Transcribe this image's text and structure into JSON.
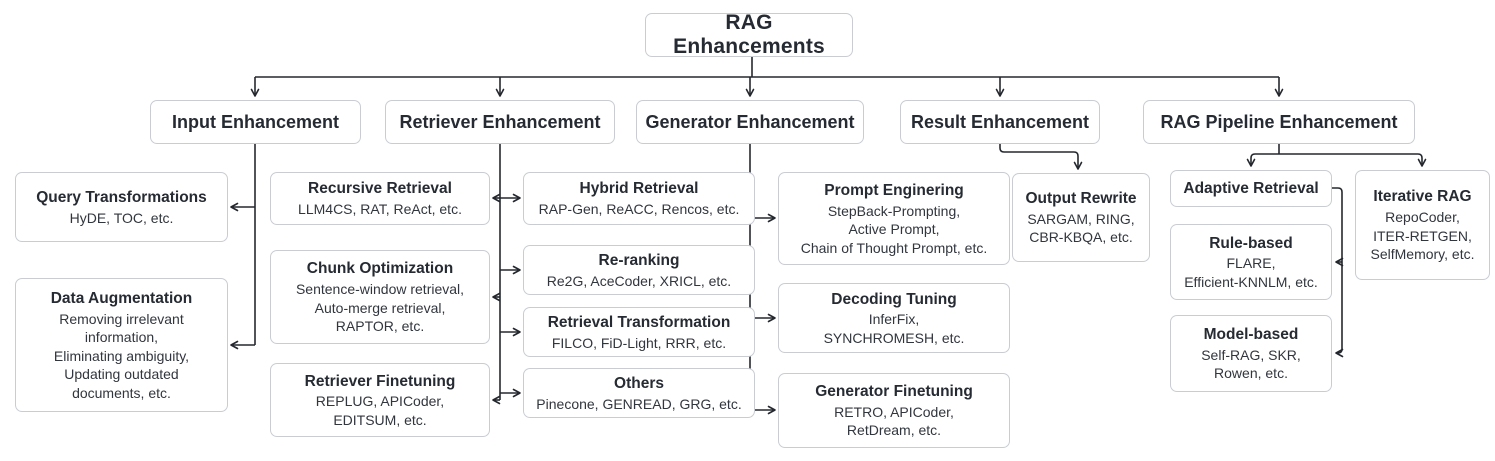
{
  "colors": {
    "line": "#24282e",
    "box_border": "#c9cdd3",
    "text": "#262b33",
    "background": "#ffffff"
  },
  "nodes": {
    "root": {
      "title": "RAG Enhancements"
    },
    "input": {
      "title": "Input Enhancement"
    },
    "retriever": {
      "title": "Retriever Enhancement"
    },
    "generator": {
      "title": "Generator Enhancement"
    },
    "result": {
      "title": "Result Enhancement"
    },
    "pipeline": {
      "title": "RAG Pipeline Enhancement"
    },
    "query_transformations": {
      "title": "Query Transformations",
      "detail": "HyDE, TOC, etc."
    },
    "data_augmentation": {
      "title": "Data Augmentation",
      "detail": "Removing irrelevant\ninformation,\nEliminating ambiguity,\nUpdating outdated\ndocuments, etc."
    },
    "recursive_retrieval": {
      "title": "Recursive Retrieval",
      "detail": "LLM4CS, RAT, ReAct, etc."
    },
    "chunk_optimization": {
      "title": "Chunk Optimization",
      "detail": "Sentence-window retrieval,\nAuto-merge retrieval,\nRAPTOR, etc."
    },
    "retriever_finetuning": {
      "title": "Retriever Finetuning",
      "detail": "REPLUG, APICoder,\nEDITSUM, etc."
    },
    "hybrid_retrieval": {
      "title": "Hybrid Retrieval",
      "detail": "RAP-Gen, ReACC, Rencos, etc."
    },
    "re_ranking": {
      "title": "Re-ranking",
      "detail": "Re2G, AceCoder, XRICL, etc."
    },
    "retrieval_transformation": {
      "title": "Retrieval Transformation",
      "detail": "FILCO, FiD-Light, RRR, etc."
    },
    "others": {
      "title": "Others",
      "detail": "Pinecone, GENREAD, GRG, etc."
    },
    "prompt_engineering": {
      "title": "Prompt Enginering",
      "detail": "StepBack-Prompting,\nActive Prompt,\nChain of Thought Prompt, etc."
    },
    "decoding_tuning": {
      "title": "Decoding Tuning",
      "detail": "InferFix,\nSYNCHROMESH, etc."
    },
    "generator_finetuning": {
      "title": "Generator Finetuning",
      "detail": "RETRO, APICoder,\nRetDream, etc."
    },
    "output_rewrite": {
      "title": "Output Rewrite",
      "detail": "SARGAM, RING,\nCBR-KBQA, etc."
    },
    "adaptive_retrieval": {
      "title": "Adaptive Retrieval"
    },
    "iterative_rag": {
      "title": "Iterative RAG",
      "detail": "RepoCoder,\nITER-RETGEN,\nSelfMemory, etc."
    },
    "rule_based": {
      "title": "Rule-based",
      "detail": "FLARE,\nEfficient-KNNLM, etc."
    },
    "model_based": {
      "title": "Model-based",
      "detail": "Self-RAG, SKR,\nRowen, etc."
    }
  }
}
